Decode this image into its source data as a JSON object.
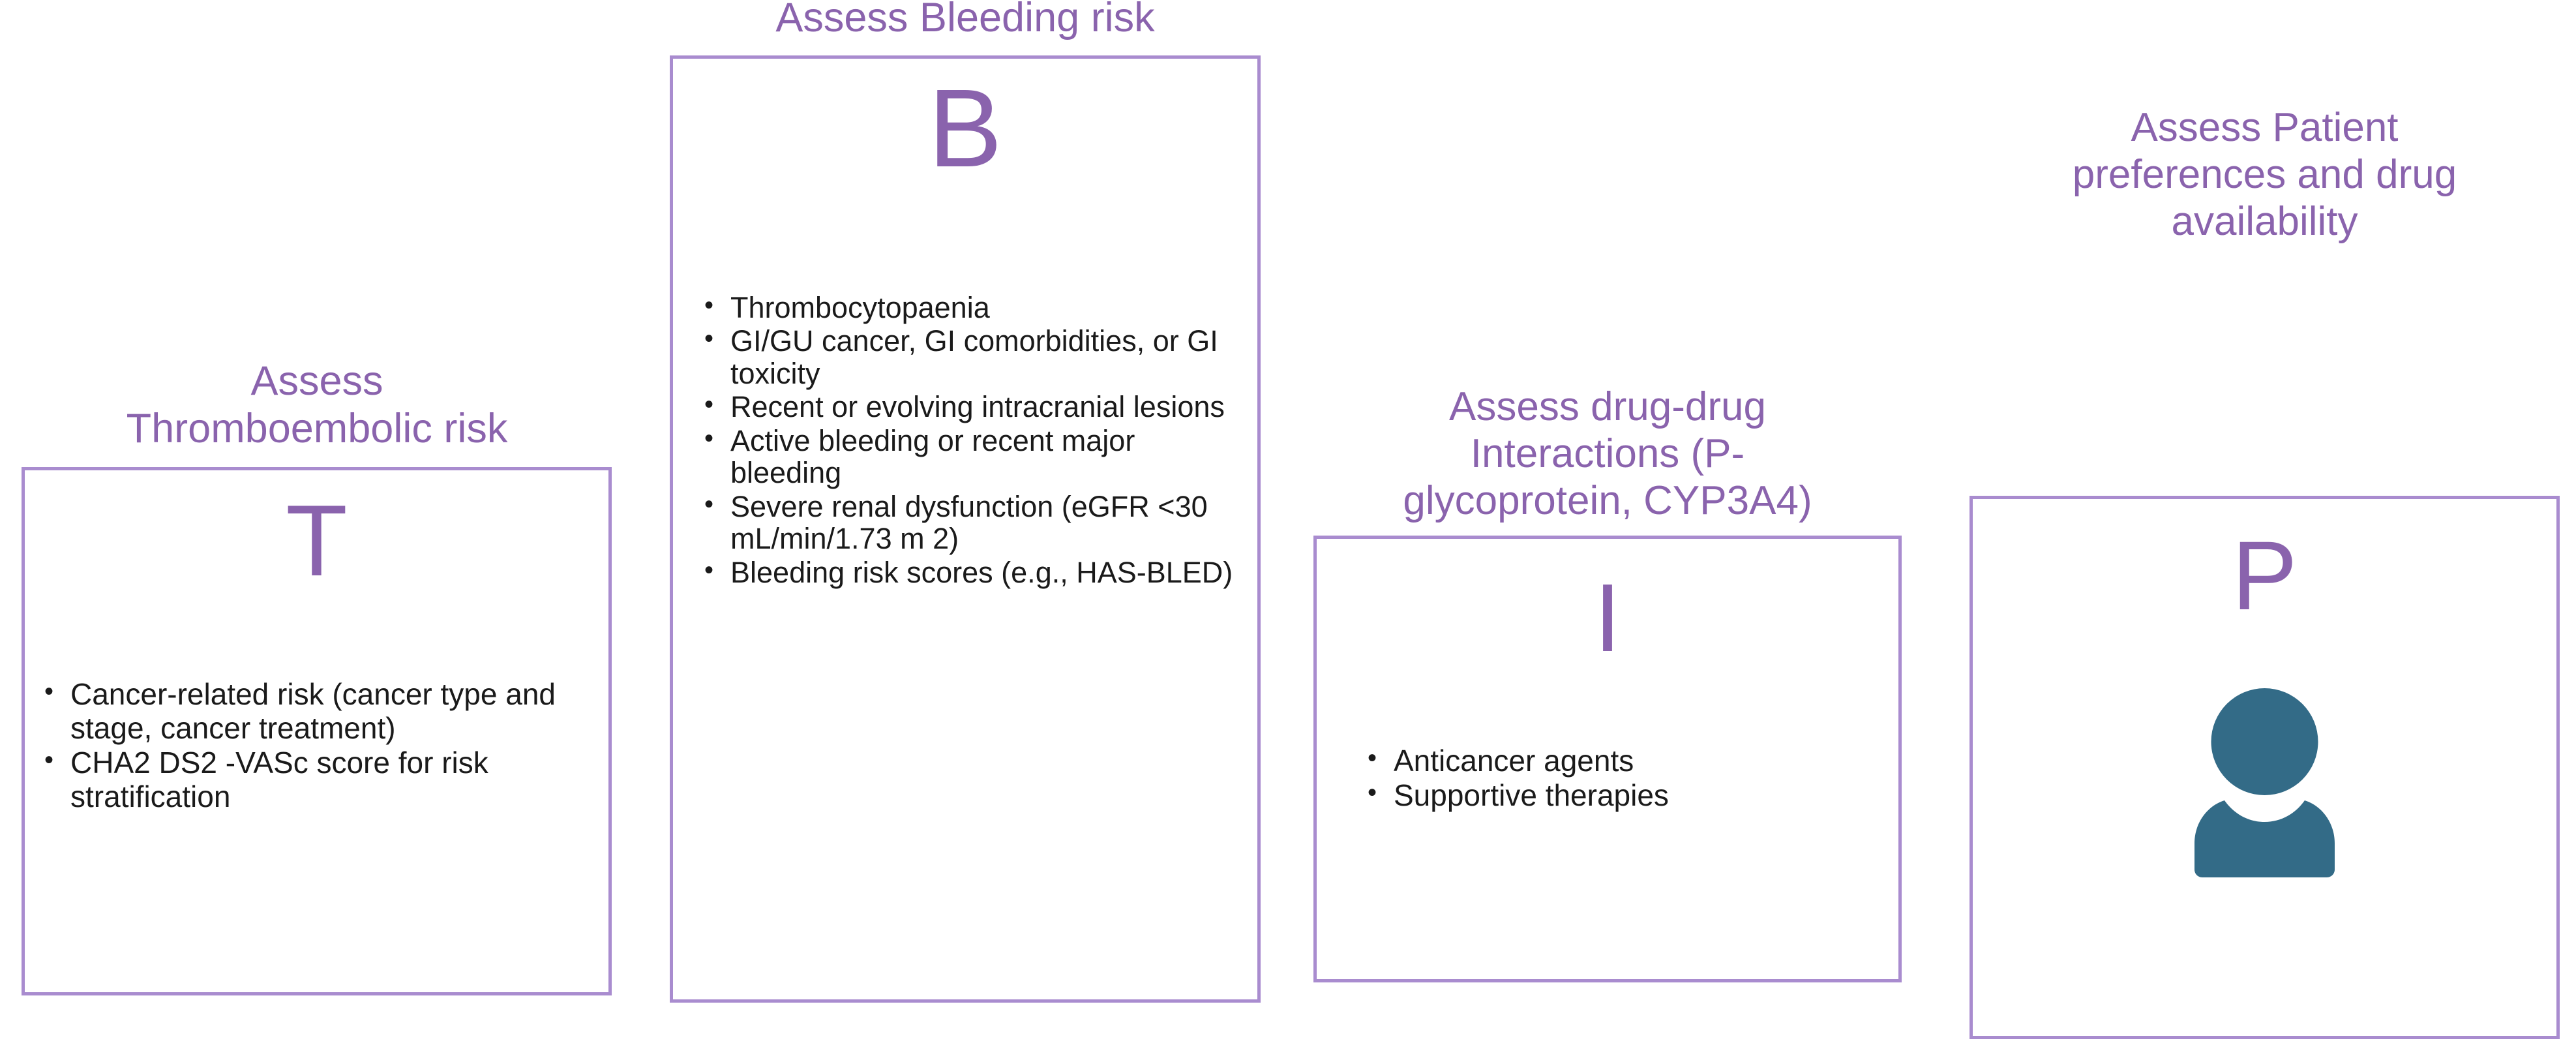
{
  "colors": {
    "accent_purple": "#8a63ad",
    "border_purple": "#a98ccf",
    "body_text": "#1a1a1a",
    "person_icon": "#336b87",
    "background": "#ffffff"
  },
  "columns": [
    {
      "id": "T",
      "header": "Assess\nThromboembolic risk",
      "initial": "T",
      "bullets": [
        "Cancer-related risk (cancer type and stage, cancer treatment)",
        "CHA2 DS2 -VASc score for risk stratification"
      ]
    },
    {
      "id": "B",
      "header": "Assess Bleeding risk",
      "initial": "B",
      "bullets": [
        "Thrombocytopaenia",
        "GI/GU cancer, GI comorbidities, or GI toxicity",
        "Recent or evolving intracranial lesions",
        "Active bleeding or recent major bleeding",
        "Severe renal dysfunction (eGFR <30 mL/min/1.73 m 2)",
        " Bleeding risk scores (e.g., HAS-BLED)"
      ]
    },
    {
      "id": "I",
      "header": "Assess drug-drug\nInteractions (P-\nglycoprotein, CYP3A4)",
      "initial": "I",
      "bullets": [
        "Anticancer agents",
        "Supportive therapies"
      ]
    },
    {
      "id": "P",
      "header": "Assess Patient\npreferences and drug\navailability",
      "initial": "P",
      "bullets": [],
      "icon": "person-icon"
    }
  ]
}
